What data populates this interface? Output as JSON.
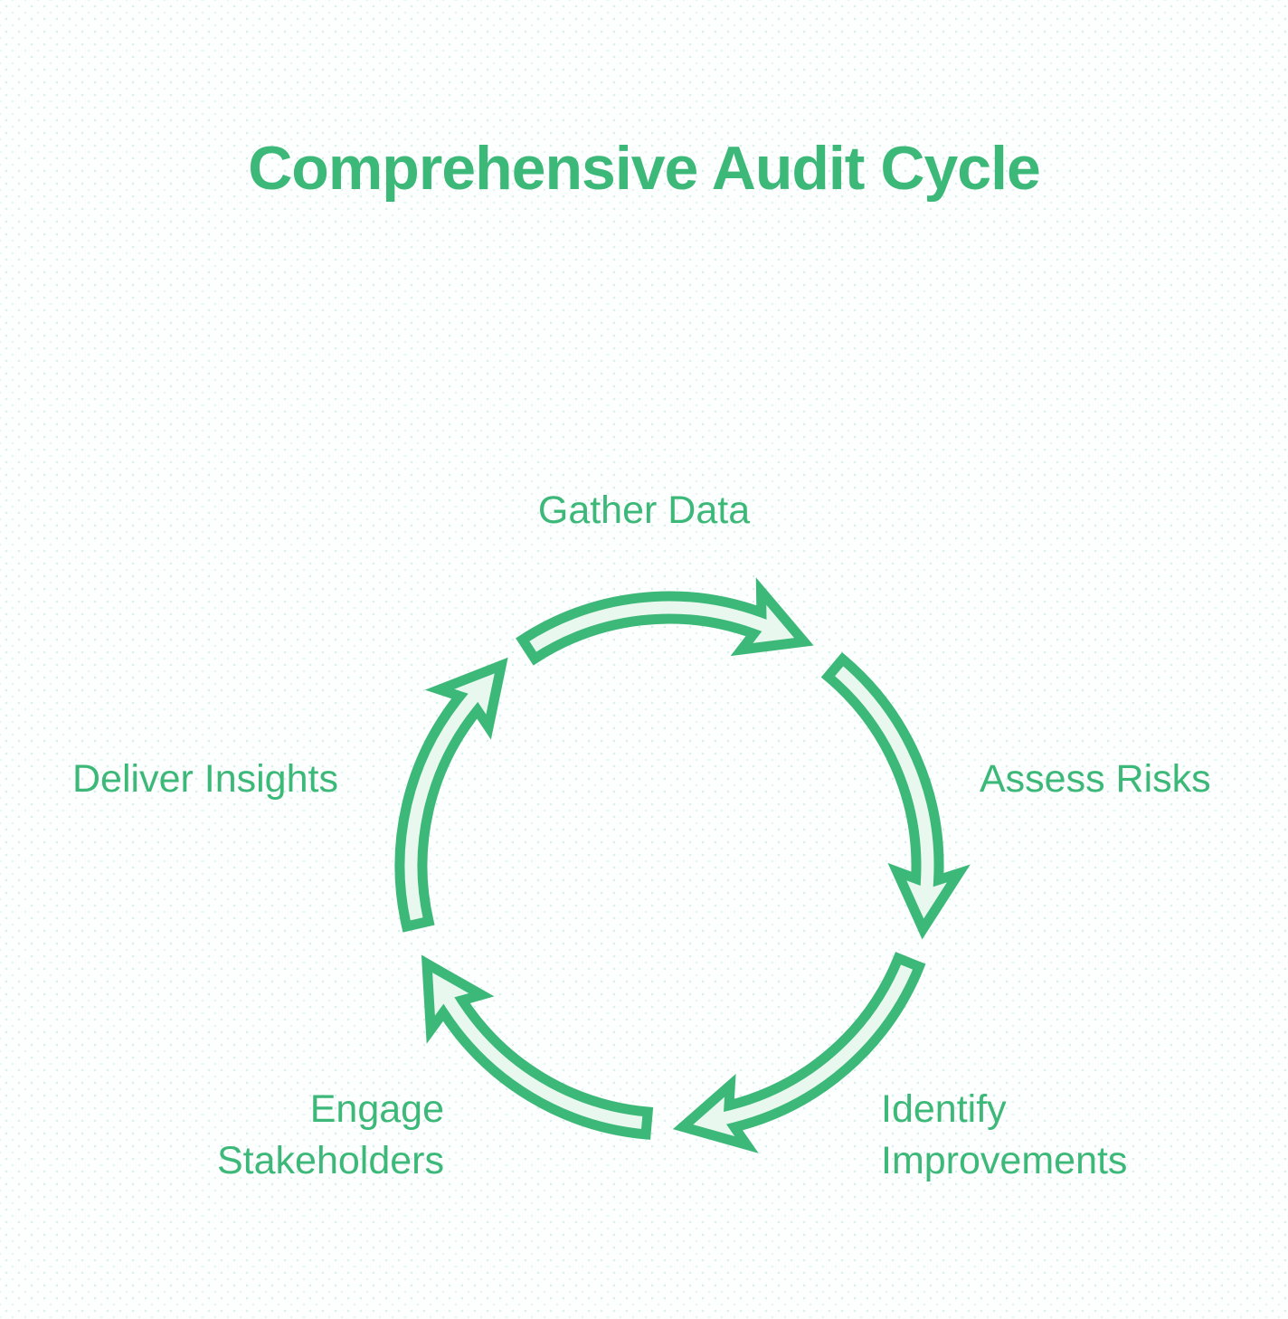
{
  "diagram": {
    "title": "Comprehensive Audit Cycle",
    "type": "cycle",
    "direction": "clockwise",
    "steps": [
      {
        "label": "Gather Data",
        "position": "top"
      },
      {
        "label": "Assess Risks",
        "position": "right"
      },
      {
        "label": "Identify\nImprovements",
        "position": "bottom-right"
      },
      {
        "label": "Engage\nStakeholders",
        "position": "bottom-left"
      },
      {
        "label": "Deliver Insights",
        "position": "left"
      }
    ],
    "colors": {
      "accent_green": "#3cb878",
      "arrow_fill": "#e9f8ef",
      "background": "#fdfefe"
    }
  }
}
